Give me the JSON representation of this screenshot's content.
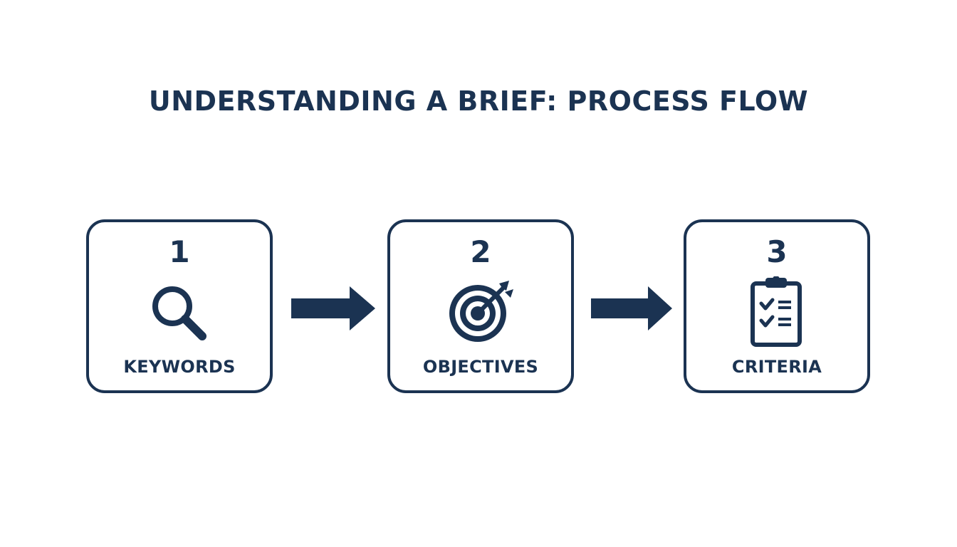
{
  "title": "UNDERSTANDING A BRIEF: PROCESS FLOW",
  "colors": {
    "primary": "#1b3352",
    "background": "#ffffff"
  },
  "steps": [
    {
      "number": "1",
      "label": "KEYWORDS",
      "icon": "magnifying-glass-icon"
    },
    {
      "number": "2",
      "label": "OBJECTIVES",
      "icon": "target-arrow-icon"
    },
    {
      "number": "3",
      "label": "CRITERIA",
      "icon": "clipboard-checklist-icon"
    }
  ],
  "connectors": [
    {
      "from": "1",
      "to": "2",
      "icon": "arrow-right-icon"
    },
    {
      "from": "2",
      "to": "3",
      "icon": "arrow-right-icon"
    }
  ]
}
